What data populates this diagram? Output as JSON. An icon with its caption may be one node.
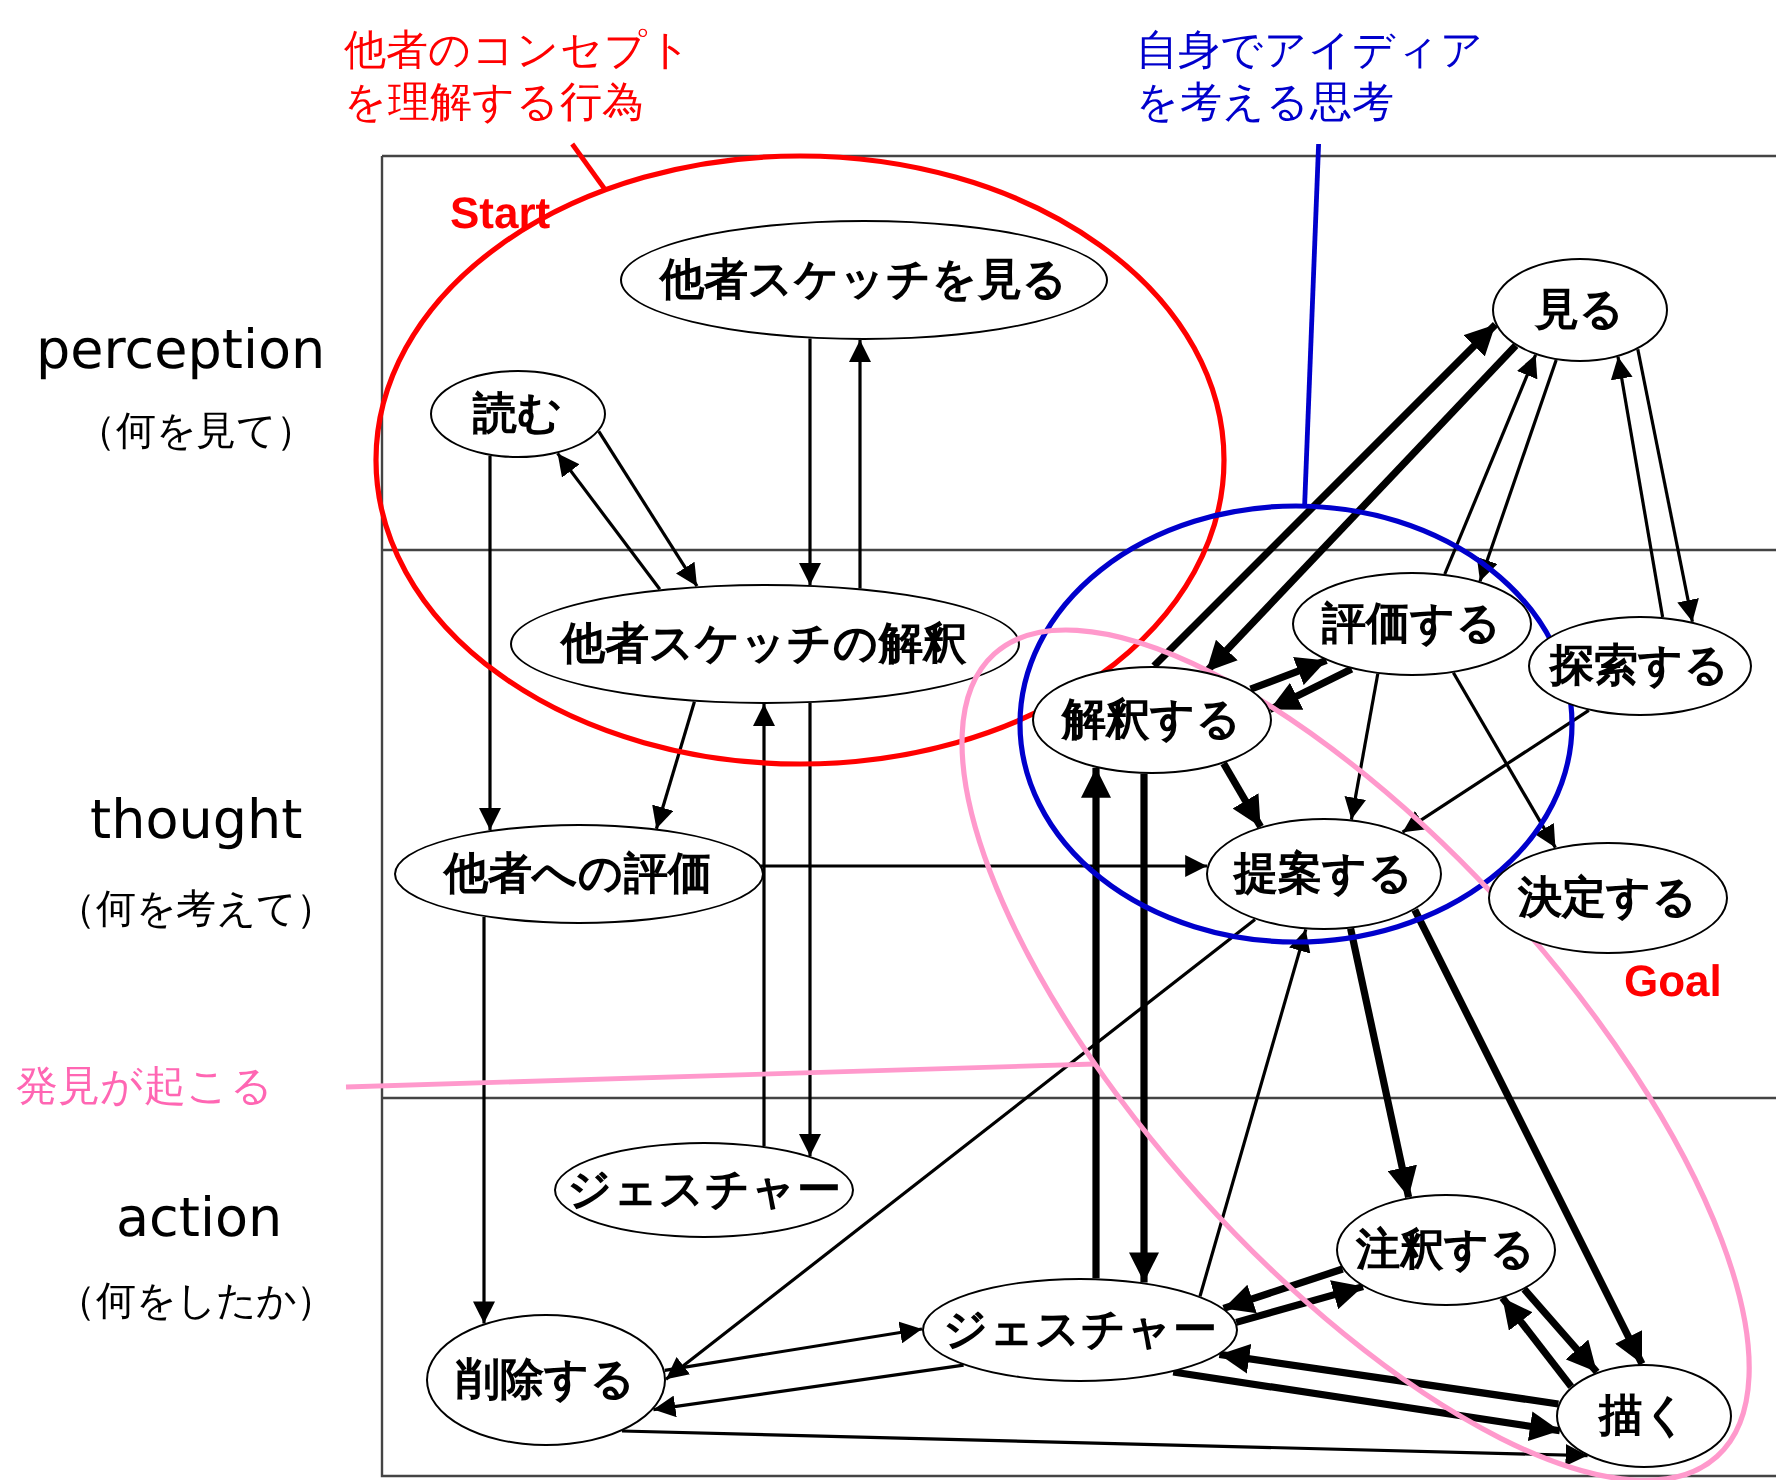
{
  "diagram": {
    "nodes": [
      {
        "text": [
          "他者のコンセプトを理解する行為"
        ]
      },
      {
        "text": [
          "自身でアイディアを考える思考"
        ]
      },
      {
        "text": [],
        "shape": "circle"
      },
      {
        "text": [
          "他者スケッチを見る"
        ],
        "in": 2
      },
      {
        "text": [
          "読む"
        ],
        "in": 2
      },
      {
        "text": [
          "見る"
        ]
      },
      {
        "text": [],
        "shape": "circle"
      },
      {
        "text": [
          "他者スケッチの解釈"
        ],
        "in": 2
      },
      {
        "text": [
          "評価する"
        ],
        "in": 6
      },
      {
        "text": [],
        "shape": "circle"
      },
      {
        "text": [
          "解釈する"
        ]
      },
      {
        "text": [
          "探索する"
        ]
      },
      {
        "text": [
          "他者への評価"
        ]
      },
      {
        "text": [
          "提案する"
        ]
      },
      {
        "text": [
          "決定する"
        ]
      },
      {
        "text": [
          "発見が起こる"
        ]
      },
      {
        "text": [
          "ジェスチャー"
        ]
      },
      {
        "text": [
          "注釈する"
        ],
        "in": 9
      },
      {
        "text": [
          "削除する"
        ]
      },
      {
        "text": [
          "ジェスチャー"
        ]
      },
      {
        "text": [
          "描く"
        ],
        "in": 9
      }
    ],
    "edges": [
      {
        "from": 3,
        "to": 7,
        "arrow": "to"
      },
      {
        "from": 7,
        "to": 3,
        "arrow": "to"
      },
      {
        "from": 4,
        "to": 7,
        "arrow": "to"
      },
      {
        "from": 7,
        "to": 4,
        "arrow": "to"
      },
      {
        "from": 4,
        "to": 12,
        "arrow": "to"
      },
      {
        "from": 7,
        "to": 12,
        "arrow": "to"
      },
      {
        "from": 12,
        "to": 13,
        "arrow": "to"
      },
      {
        "from": 16,
        "to": 7,
        "arrow": "to"
      },
      {
        "from": 7,
        "to": 16,
        "arrow": "to"
      },
      {
        "from": 12,
        "to": 18,
        "arrow": "to"
      },
      {
        "from": 13,
        "to": 18,
        "arrow": "to"
      },
      {
        "from": 18,
        "to": 19,
        "arrow": "to"
      },
      {
        "from": 19,
        "to": 18,
        "arrow": "to"
      },
      {
        "from": 18,
        "to": 20,
        "arrow": "to"
      },
      {
        "from": 10,
        "to": 5,
        "arrow": "to",
        "style": "thick"
      },
      {
        "from": 5,
        "to": 10,
        "arrow": "to",
        "style": "thick"
      },
      {
        "from": 8,
        "to": 5,
        "arrow": "to"
      },
      {
        "from": 5,
        "to": 8,
        "arrow": "to"
      },
      {
        "from": 11,
        "to": 5,
        "arrow": "to"
      },
      {
        "from": 5,
        "to": 11,
        "arrow": "to"
      },
      {
        "from": 10,
        "to": 8,
        "arrow": "to",
        "style": "thick"
      },
      {
        "from": 8,
        "to": 10,
        "arrow": "to",
        "style": "thick"
      },
      {
        "from": 10,
        "to": 13,
        "arrow": "to",
        "style": "thick"
      },
      {
        "from": 8,
        "to": 13,
        "arrow": "to"
      },
      {
        "from": 8,
        "to": 14,
        "arrow": "to"
      },
      {
        "from": 11,
        "to": 13,
        "arrow": "to"
      },
      {
        "from": 19,
        "to": 10,
        "arrow": "to",
        "style": "thick"
      },
      {
        "from": 10,
        "to": 19,
        "arrow": "to",
        "style": "thick"
      },
      {
        "from": 19,
        "to": 13,
        "arrow": "to"
      },
      {
        "from": 13,
        "to": 17,
        "arrow": "to",
        "style": "thick"
      },
      {
        "from": 13,
        "to": 20,
        "arrow": "to",
        "style": "thick"
      },
      {
        "from": 17,
        "to": 19,
        "arrow": "to",
        "style": "thick"
      },
      {
        "from": 19,
        "to": 17,
        "arrow": "to",
        "style": "thick"
      },
      {
        "from": 17,
        "to": 20,
        "arrow": "to",
        "style": "thick"
      },
      {
        "from": 20,
        "to": 17,
        "arrow": "to",
        "style": "thick"
      },
      {
        "from": 20,
        "to": 19,
        "arrow": "to",
        "style": "thick"
      },
      {
        "from": 19,
        "to": 20,
        "arrow": "to",
        "style": "thick"
      },
      {
        "from": 0,
        "to": 2,
        "arrow": "none",
        "color": "#ff0000"
      },
      {
        "from": 1,
        "to": 6,
        "arrow": "none",
        "color": "#0000cc"
      },
      {
        "from": 15,
        "to": 9,
        "arrow": "none",
        "color": "#ff99cc"
      }
    ],
    "labels": [
      "Start",
      "perception",
      "（何を見て）",
      "thought",
      "（何を考えて）",
      "Goal",
      "action",
      "（何をしたか）"
    ]
  }
}
